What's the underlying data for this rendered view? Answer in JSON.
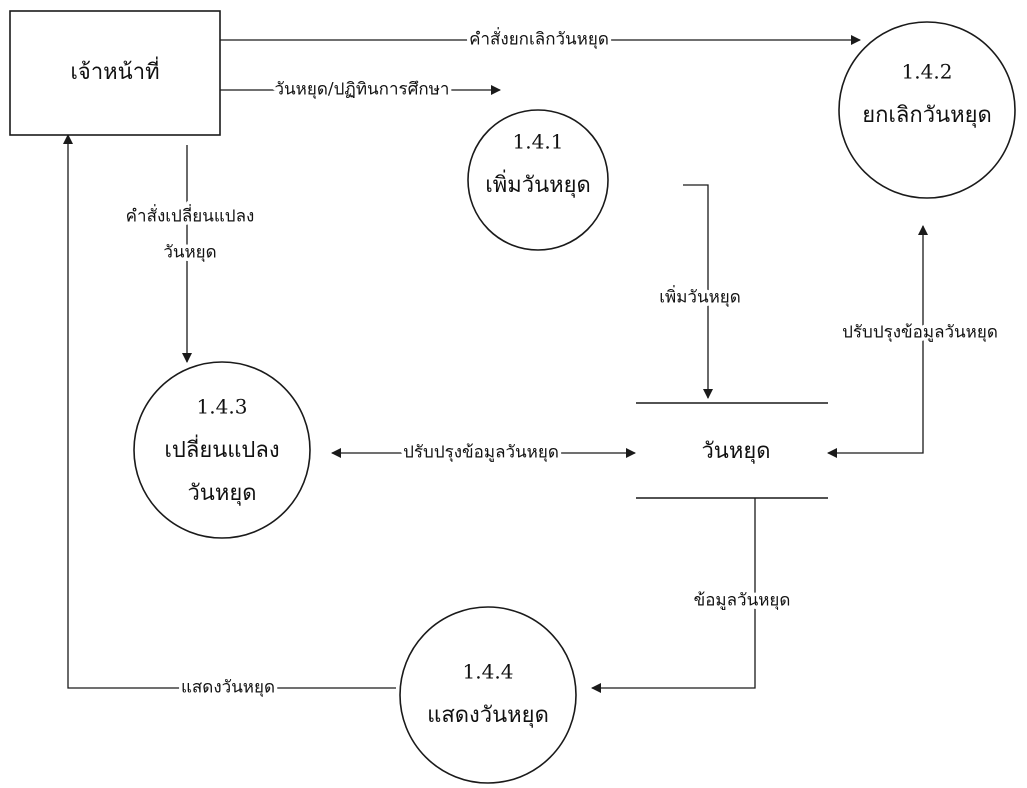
{
  "entity": {
    "name": "เจ้าหน้าที่"
  },
  "processes": [
    {
      "number": "1.4.1",
      "title_lines": [
        "เพิ่มวันหยุด"
      ]
    },
    {
      "number": "1.4.2",
      "title_lines": [
        "ยกเลิกวันหยุด"
      ]
    },
    {
      "number": "1.4.3",
      "title_lines": [
        "เปลี่ยนแปลง",
        "วันหยุด"
      ]
    },
    {
      "number": "1.4.4",
      "title_lines": [
        "แสดงวันหยุด"
      ]
    }
  ],
  "data_store": {
    "name": "วันหยุด"
  },
  "flows": {
    "cancel_command": "คำสั่งยกเลิกวันหยุด",
    "holiday_calendar": "วันหยุด/ปฏิทินการศึกษา",
    "change_command_line1": "คำสั่งเปลี่ยนแปลง",
    "change_command_line2": "วันหยุด",
    "add_holiday": "เพิ่มวันหยุด",
    "update_holiday_store_right": "ปรับปรุงข้อมูลวันหยุด",
    "update_holiday_store_mid": "ปรับปรุงข้อมูลวันหยุด",
    "holiday_info": "ข้อมูลวันหยุด",
    "show_holiday": "แสดงวันหยุด"
  }
}
